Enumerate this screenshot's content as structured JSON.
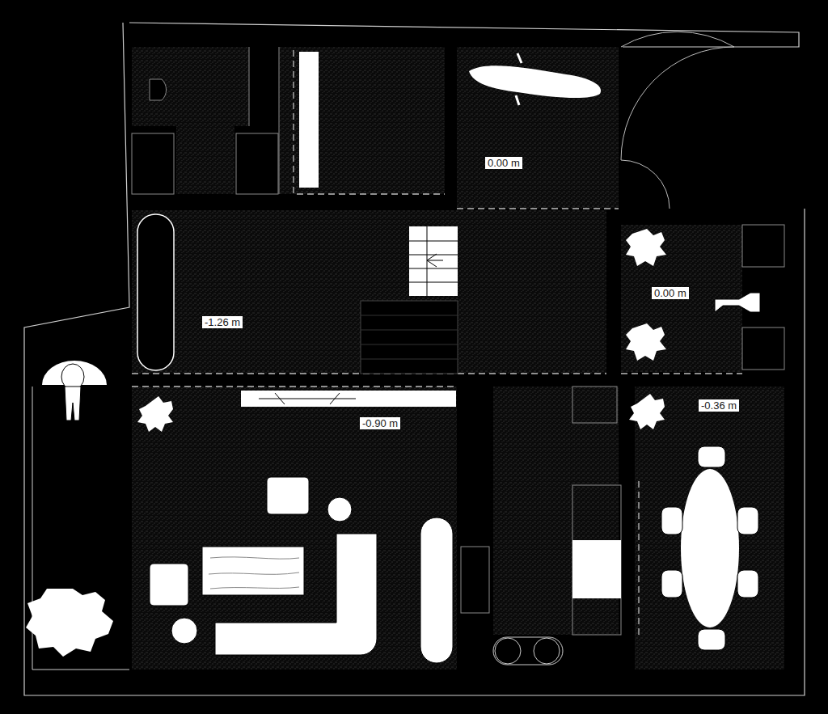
{
  "diagram": {
    "labels": [
      "0.00 m",
      "-1.26 m",
      "0.00 m",
      "-0.90 m",
      "-0.36 m"
    ]
  }
}
